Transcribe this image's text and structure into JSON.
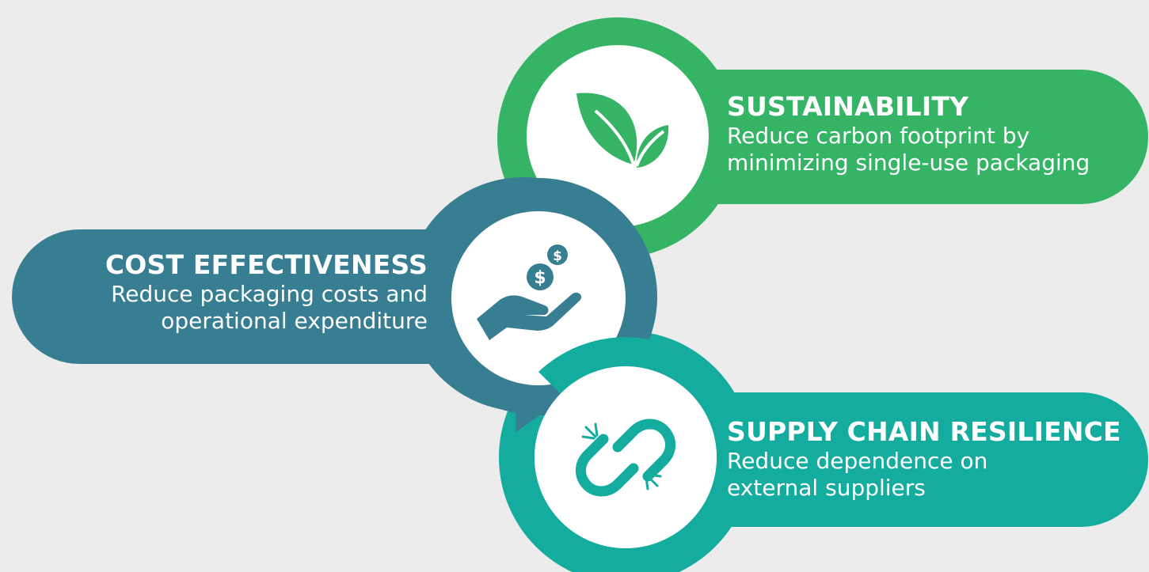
{
  "colors": {
    "background": "#ececec",
    "green": "#35b466",
    "slate_blue": "#387e92",
    "teal": "#13ac9e",
    "white": "#ffffff"
  },
  "steps": [
    {
      "title": "SUSTAINABILITY",
      "description_lines": [
        "Reduce carbon footprint by",
        "minimizing single-use packaging"
      ],
      "icon": "leaf-icon",
      "color": "#35b466"
    },
    {
      "title": "COST EFFECTIVENESS",
      "description_lines": [
        "Reduce packaging costs and",
        "operational expenditure"
      ],
      "icon": "hand-coins-icon",
      "color": "#387e92"
    },
    {
      "title": "SUPPLY CHAIN RESILIENCE",
      "description_lines": [
        "Reduce dependence on",
        "external suppliers"
      ],
      "icon": "broken-chain-icon",
      "color": "#13ac9e"
    }
  ]
}
